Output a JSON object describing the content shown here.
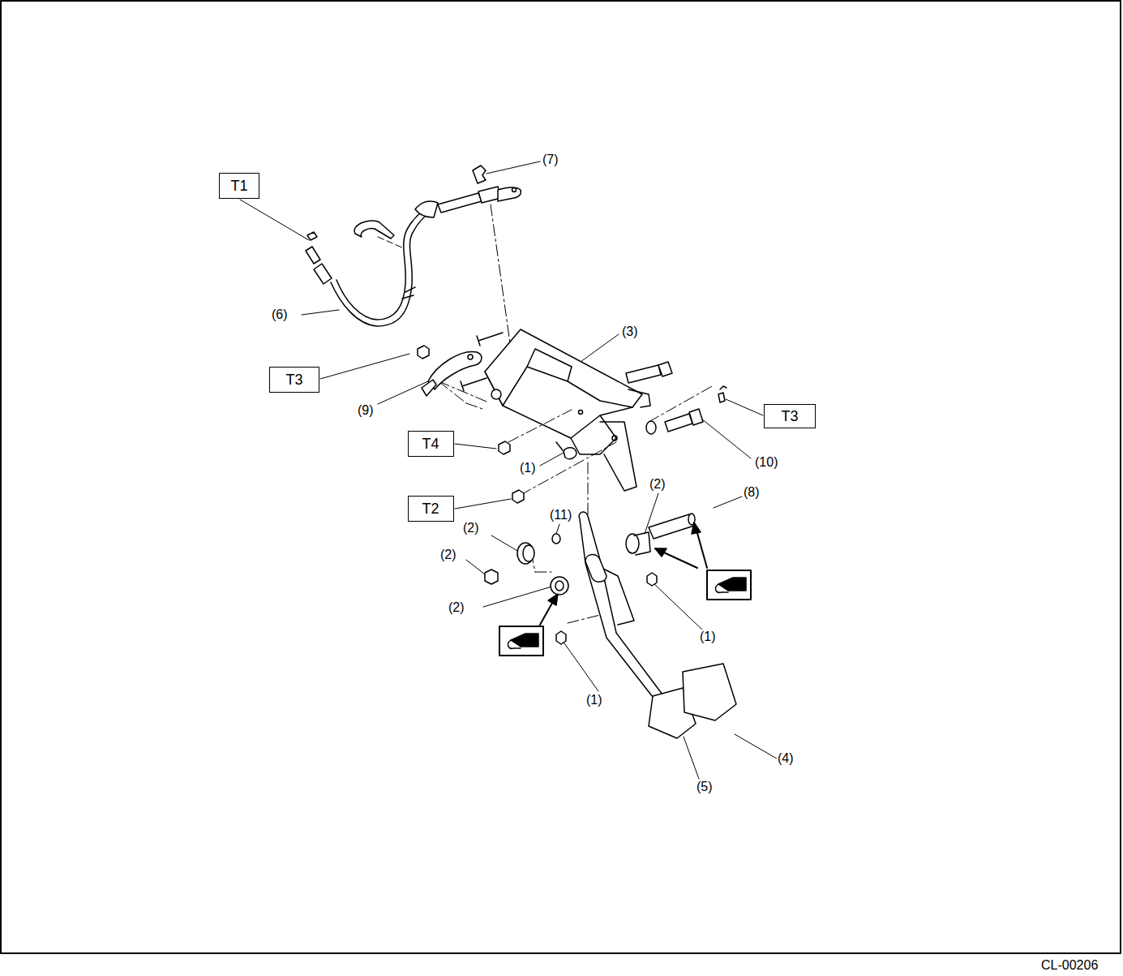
{
  "diagram": {
    "nodes": [
      {
        "text": [
          "T1"
        ]
      },
      {
        "text": [
          "T3"
        ]
      },
      {
        "text": [
          "T3"
        ]
      },
      {
        "text": [
          "T4"
        ]
      },
      {
        "text": [
          "T2"
        ]
      }
    ],
    "edges": [],
    "labels": [
      "(7)",
      "(6)",
      "(3)",
      "(9)",
      "(1)",
      "(10)",
      "(2)",
      "(8)",
      "(2)",
      "(11)",
      "(2)",
      "(2)",
      "(1)",
      "(1)",
      "(5)",
      "(4)",
      "CL-00206"
    ]
  }
}
